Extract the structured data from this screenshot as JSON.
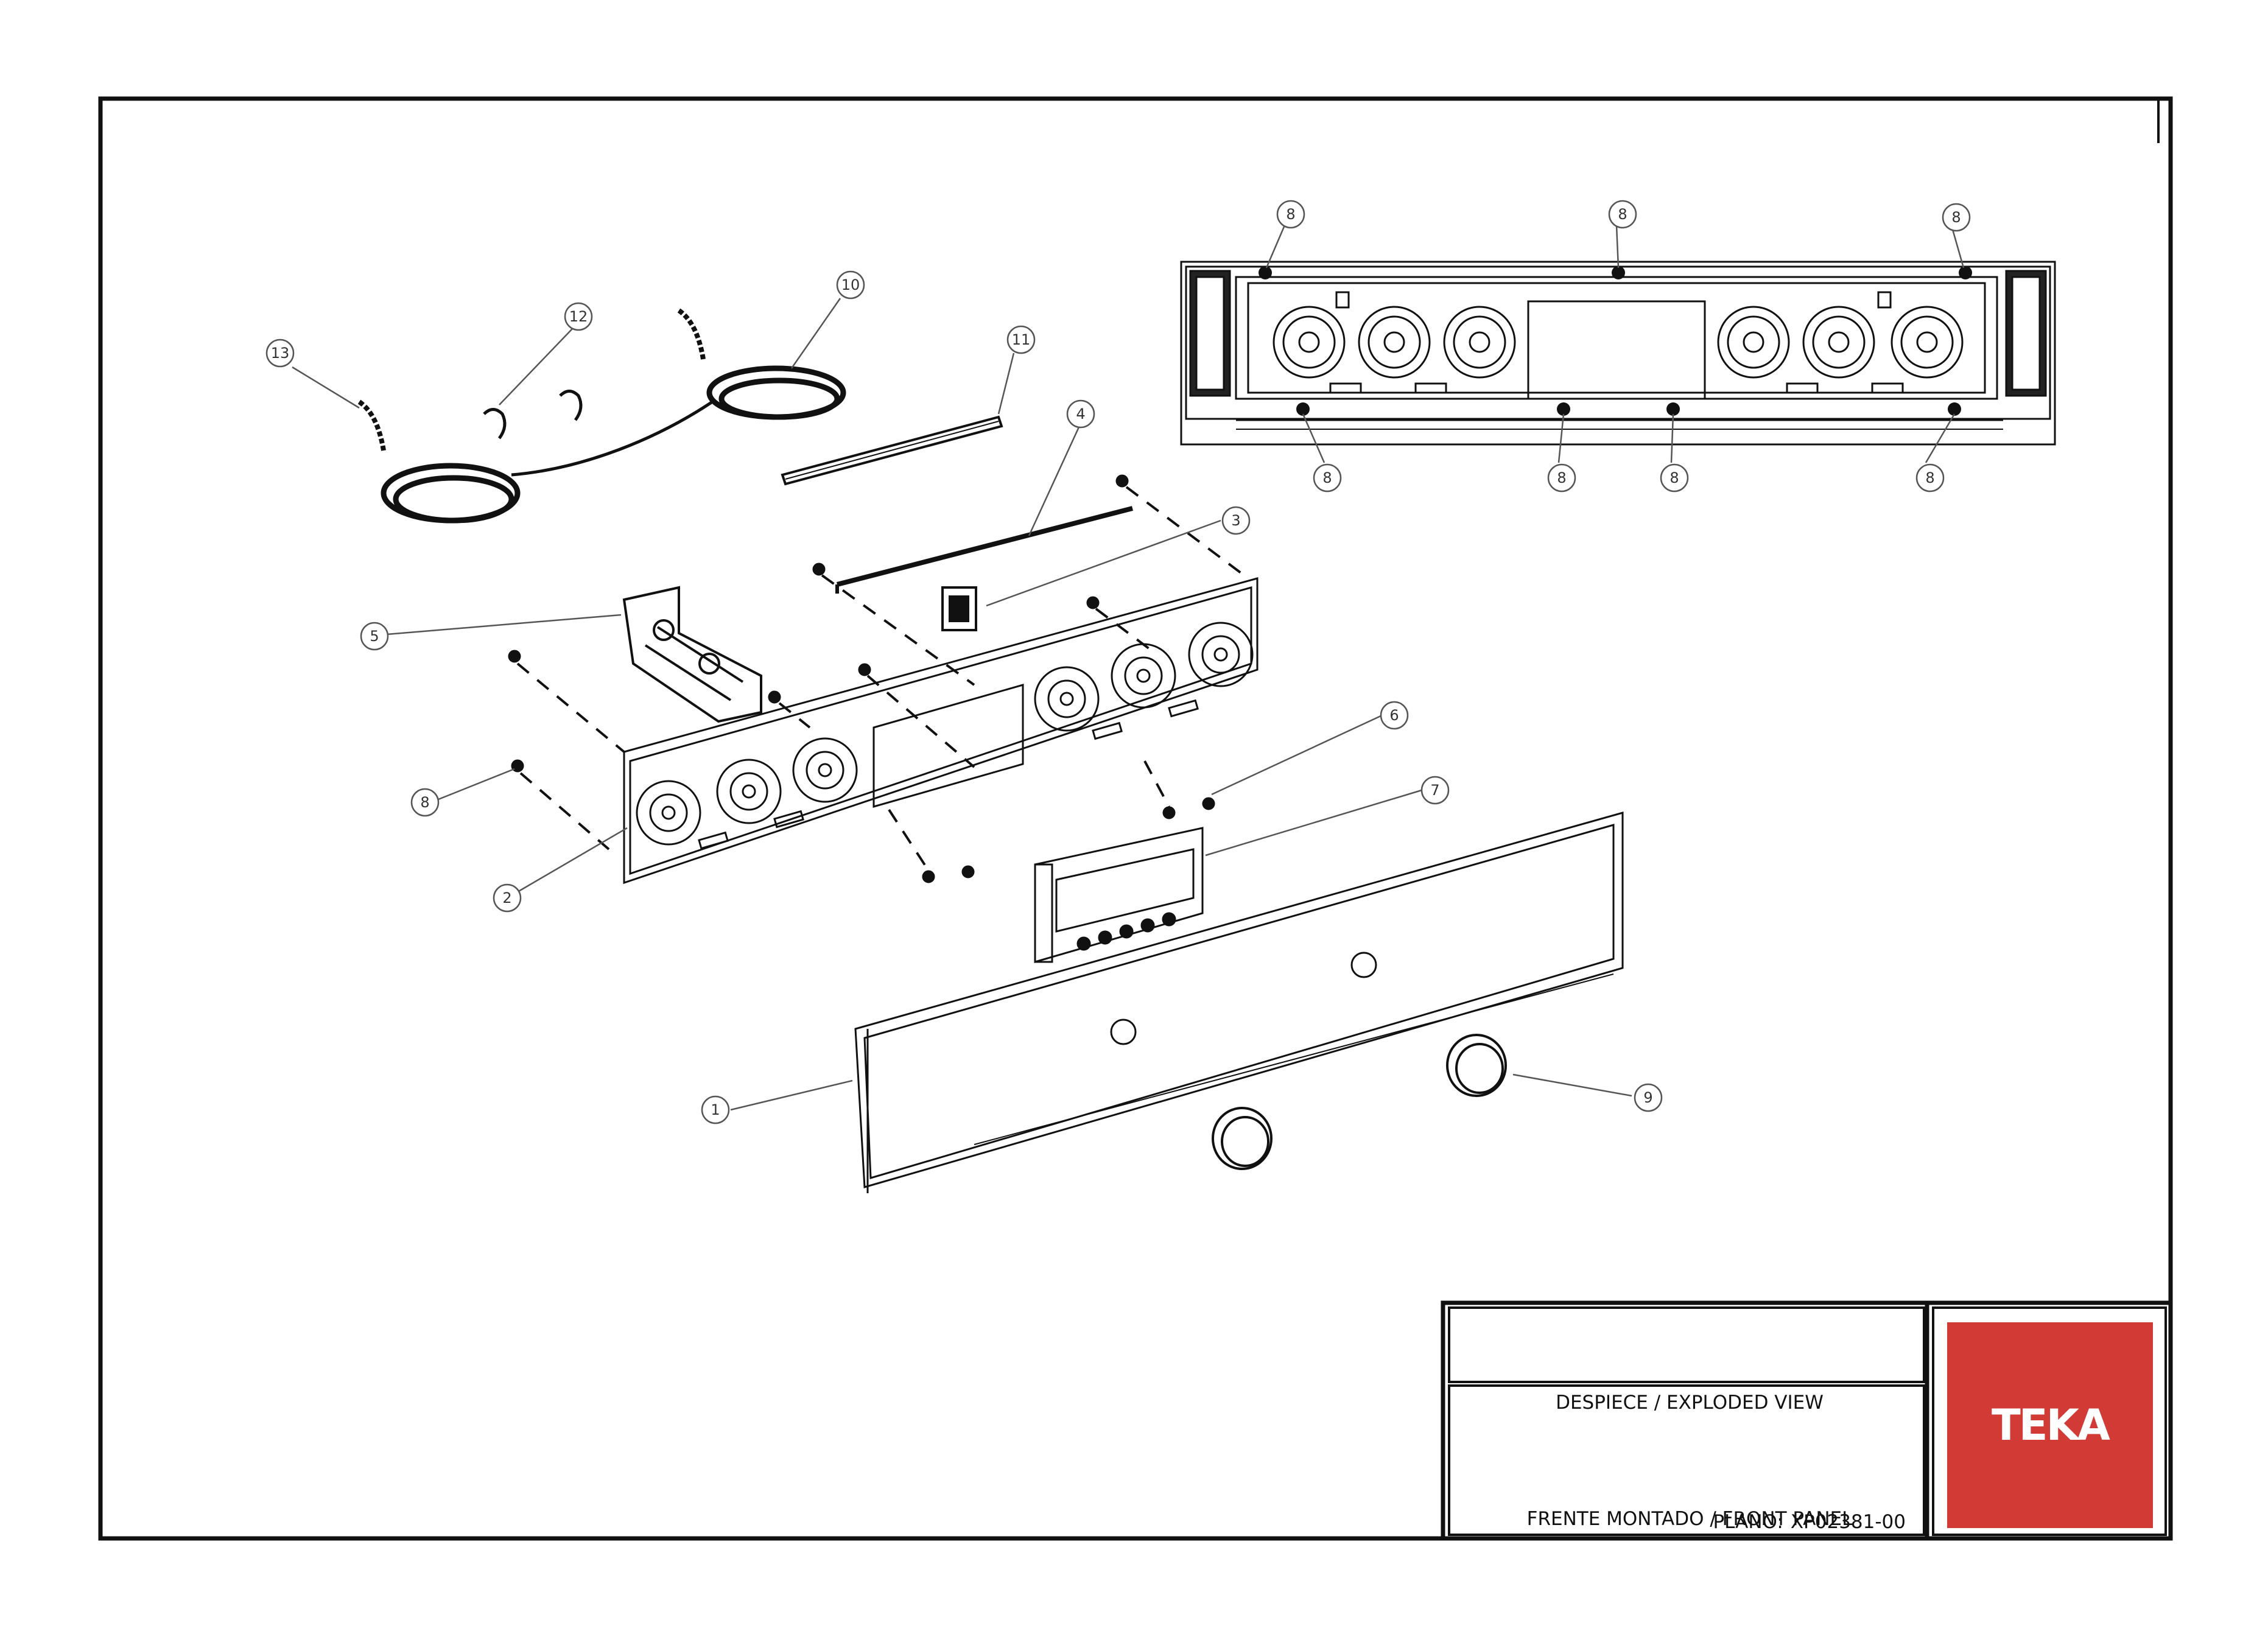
{
  "title_block": {
    "title": "DESPIECE / EXPLODED VIEW",
    "subtitle": "FRENTE MONTADO / FRONT PANEL",
    "plan_label": "PLANO:",
    "plan_number": "XP02381-00"
  },
  "logo": {
    "text": "TEKA",
    "color": "#d23a35"
  },
  "callouts": {
    "front_panel": "1",
    "control_board_support": "2",
    "switch": "3",
    "rod": "4",
    "connector_block": "5",
    "screw_6": "6",
    "timer_display": "7",
    "screw_8": "8",
    "knob": "9",
    "wiring_harness": "10",
    "clip_bar": "11",
    "hook_clip": "12",
    "cable_tie": "13"
  },
  "colors": {
    "line": "#111111",
    "callout_circle": "#555555"
  }
}
